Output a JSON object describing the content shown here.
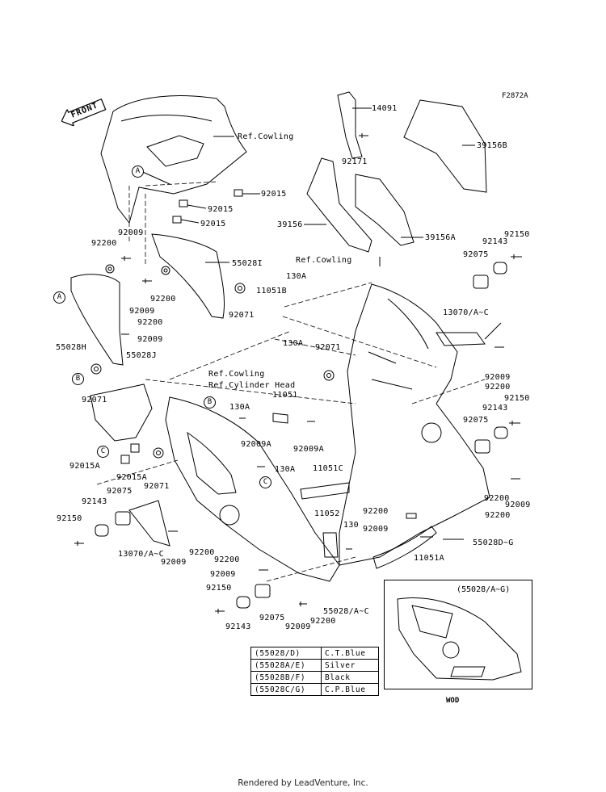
{
  "header": {
    "drawing_code": "F2872A",
    "front_label": "FRONT"
  },
  "refs": {
    "cowling_top": "Ref.Cowling",
    "cowling_mid": "Ref.Cowling",
    "cowling_left": "Ref.Cowling",
    "cylinder_head": "Ref.Cylinder Head"
  },
  "callouts": {
    "a": "A",
    "b": "B",
    "c": "C"
  },
  "parts": {
    "p14091": "14091",
    "p92171": "92171",
    "p39156B": "39156B",
    "p39156": "39156",
    "p39156A": "39156A",
    "p92015_1": "92015",
    "p92015_2": "92015",
    "p92015_3": "92015",
    "p92200_1": "92200",
    "p92009_1": "92009",
    "p55028I": "55028I",
    "p92200_2": "92200",
    "p92009_2": "92009",
    "p92200_3": "92200",
    "p92009_3": "92009",
    "p92071_1": "92071",
    "p55028H": "55028H",
    "p55028J": "55028J",
    "p92071_2": "92071",
    "p11051B": "11051B",
    "p130A_1": "130A",
    "p130A_2": "130A",
    "p92071_3": "92071",
    "p11051": "11051",
    "p130A_3": "130A",
    "p92009A_1": "92009A",
    "p92009A_2": "92009A",
    "p130A_4": "130A",
    "p92015A_1": "92015A",
    "p92015A_2": "92015A",
    "p92071_4": "92071",
    "p92075_1": "92075",
    "p92143_1": "92143",
    "p92150_1": "92150",
    "p13070_1": "13070/A~C",
    "p92009_4": "92009",
    "p92200_4": "92200",
    "p92150_2": "92150",
    "p92143_2": "92143",
    "p92075_2": "92075",
    "p13070_2": "13070/A~C",
    "p92009_5": "92009",
    "p92200_5": "92200",
    "p92150_3": "92150",
    "p92143_3": "92143",
    "p92075_3": "92075",
    "p11051C": "11051C",
    "p92200_6": "92200",
    "p92009_6": "92009",
    "p11052": "11052",
    "p130": "130",
    "p92200_7": "92200",
    "p92009_7": "92009",
    "p92200_8": "92200",
    "p55028DG": "55028D~G",
    "p11051A": "11051A",
    "p92200_9": "92200",
    "p92009_8": "92009",
    "p92150_4": "92150",
    "p92143_4": "92143",
    "p92075_4": "92075",
    "p92009_9": "92009",
    "p92200_10": "92200",
    "p55028AC": "55028/A~C"
  },
  "color_table": [
    {
      "code": "(55028/D)",
      "name": "C.T.Blue"
    },
    {
      "code": "(55028A/E)",
      "name": "Silver"
    },
    {
      "code": "(55028B/F)",
      "name": "Black"
    },
    {
      "code": "(55028C/G)",
      "name": "C.P.Blue"
    }
  ],
  "inset": {
    "title": "(55028/A~G)",
    "code": "WOD"
  },
  "footer": "Rendered by LeadVenture, Inc."
}
